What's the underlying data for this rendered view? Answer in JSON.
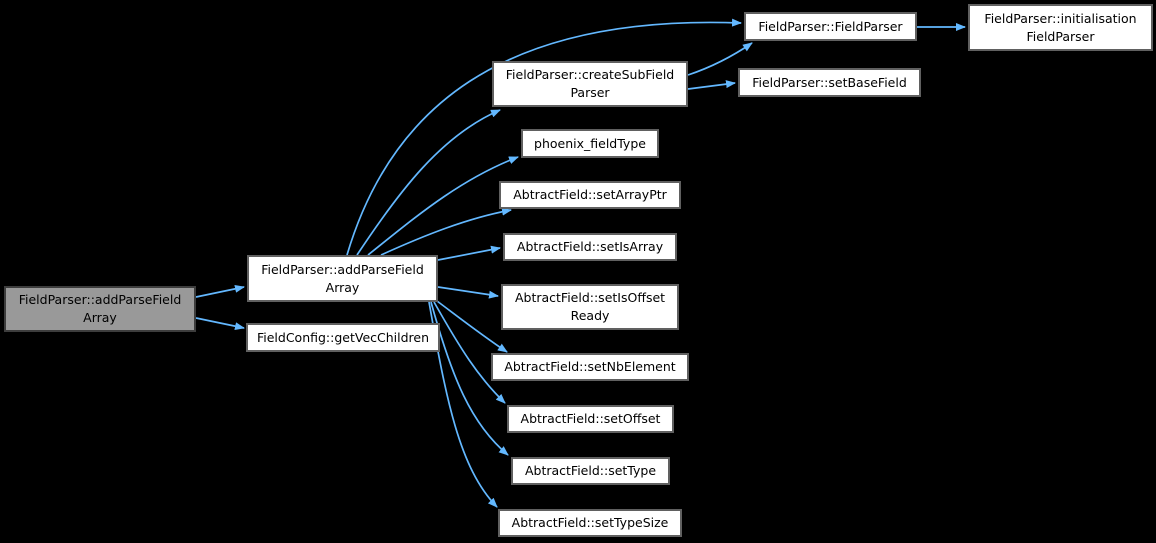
{
  "graph": {
    "kind": "call-graph",
    "colors": {
      "background": "#000000",
      "edge": "#63b8ff",
      "node_fill": "#ffffff",
      "node_border": "#606060",
      "focus_node_fill": "#999999",
      "focus_node_border": "#3d3d3d",
      "text": "#000000"
    },
    "nodes": [
      {
        "label": "FieldParser::addParseField\nArray",
        "focused": true
      },
      {
        "label": "FieldParser::addParseField\nArray"
      },
      {
        "label": "FieldConfig::getVecChildren"
      },
      {
        "label": "FieldParser::createSubField\nParser"
      },
      {
        "label": "phoenix_fieldType"
      },
      {
        "label": "AbtractField::setArrayPtr"
      },
      {
        "label": "AbtractField::setIsArray"
      },
      {
        "label": "AbtractField::setIsOffset\nReady"
      },
      {
        "label": "AbtractField::setNbElement"
      },
      {
        "label": "AbtractField::setOffset"
      },
      {
        "label": "AbtractField::setType"
      },
      {
        "label": "AbtractField::setTypeSize"
      },
      {
        "label": "FieldParser::FieldParser"
      },
      {
        "label": "FieldParser::setBaseField"
      },
      {
        "label": "FieldParser::initialisation\nFieldParser"
      }
    ],
    "edges": [
      {
        "from": "FieldParser::addParseFieldArray (focus)",
        "to": "FieldParser::addParseFieldArray"
      },
      {
        "from": "FieldParser::addParseFieldArray (focus)",
        "to": "FieldConfig::getVecChildren"
      },
      {
        "from": "FieldParser::addParseFieldArray",
        "to": "FieldParser::FieldParser"
      },
      {
        "from": "FieldParser::addParseFieldArray",
        "to": "FieldParser::createSubFieldParser"
      },
      {
        "from": "FieldParser::addParseFieldArray",
        "to": "phoenix_fieldType"
      },
      {
        "from": "FieldParser::addParseFieldArray",
        "to": "AbtractField::setArrayPtr"
      },
      {
        "from": "FieldParser::addParseFieldArray",
        "to": "AbtractField::setIsArray"
      },
      {
        "from": "FieldParser::addParseFieldArray",
        "to": "AbtractField::setIsOffsetReady"
      },
      {
        "from": "FieldParser::addParseFieldArray",
        "to": "AbtractField::setNbElement"
      },
      {
        "from": "FieldParser::addParseFieldArray",
        "to": "AbtractField::setOffset"
      },
      {
        "from": "FieldParser::addParseFieldArray",
        "to": "AbtractField::setType"
      },
      {
        "from": "FieldParser::addParseFieldArray",
        "to": "AbtractField::setTypeSize"
      },
      {
        "from": "FieldParser::createSubFieldParser",
        "to": "FieldParser::FieldParser"
      },
      {
        "from": "FieldParser::createSubFieldParser",
        "to": "FieldParser::setBaseField"
      },
      {
        "from": "FieldParser::FieldParser",
        "to": "FieldParser::initialisationFieldParser"
      }
    ]
  }
}
